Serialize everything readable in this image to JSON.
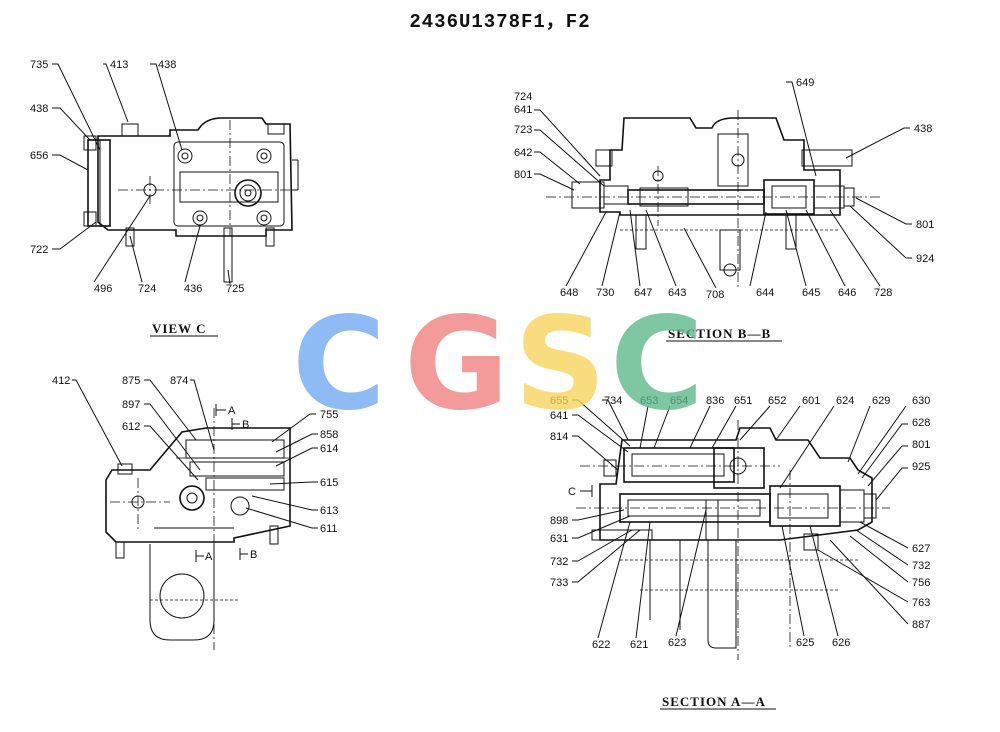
{
  "title": "2436U1378F1，F2",
  "captions": {
    "view_c": "VIEW C",
    "section_bb": "SECTION B—B",
    "section_aa": "SECTION A—A"
  },
  "section_marks": {
    "a_top": "A",
    "b_top": "B",
    "a_bottom": "A",
    "b_bottom": "B",
    "c_arrow": "C"
  },
  "watermark": {
    "letters": [
      "C",
      "G",
      "S",
      "C"
    ],
    "colors": [
      "#6fa8f2",
      "#f08080",
      "#f7d35a",
      "#5cb88a"
    ]
  },
  "view_c_labels": [
    "735",
    "413",
    "438",
    "438",
    "656",
    "722",
    "496",
    "724",
    "436",
    "725"
  ],
  "section_bb_labels": [
    "724",
    "641",
    "723",
    "642",
    "801",
    "649",
    "438",
    "801",
    "924",
    "648",
    "730",
    "647",
    "643",
    "708",
    "644",
    "645",
    "646",
    "728"
  ],
  "section_left_labels": [
    "412",
    "875",
    "874",
    "897",
    "612",
    "755",
    "858",
    "614",
    "615",
    "613",
    "611"
  ],
  "section_aa_labels": [
    "655",
    "734",
    "653",
    "654",
    "836",
    "651",
    "652",
    "601",
    "624",
    "629",
    "630",
    "641",
    "628",
    "814",
    "801",
    "925",
    "898",
    "631",
    "732",
    "733",
    "627",
    "732",
    "756",
    "763",
    "887",
    "622",
    "621",
    "623",
    "625",
    "626"
  ]
}
